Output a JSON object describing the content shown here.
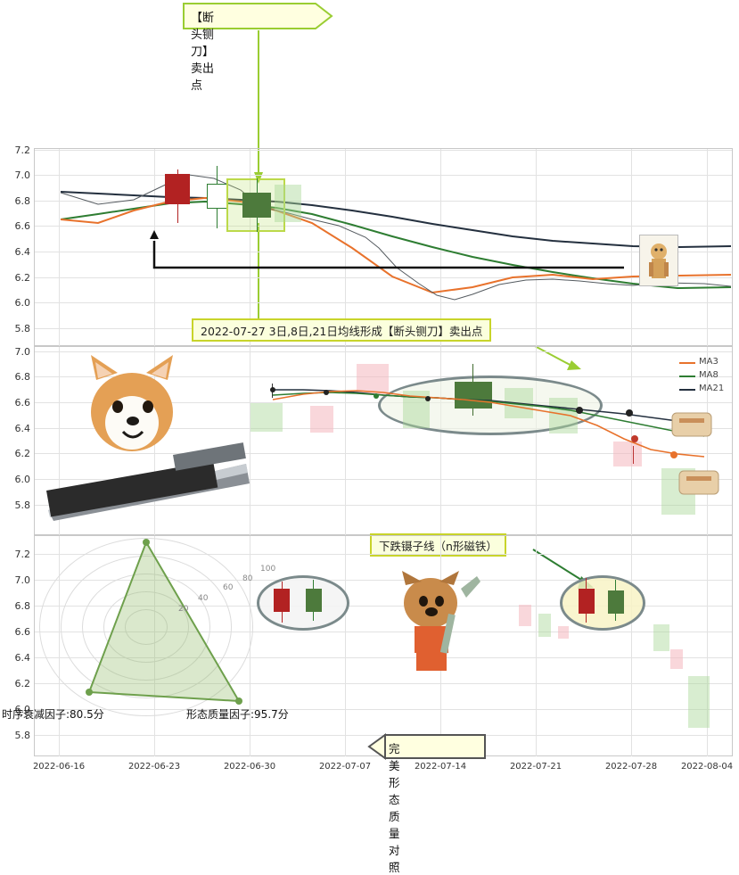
{
  "chart_data": [
    {
      "type": "line",
      "title": "",
      "panel": "top-price-panel",
      "xlabel": "",
      "ylabel": "",
      "ylim": [
        5.7,
        7.3
      ],
      "yticks": [
        "7.2",
        "7.0",
        "6.8",
        "6.6",
        "6.4",
        "6.2",
        "6.0",
        "5.8"
      ],
      "grid": true,
      "series": [
        {
          "name": "MA3",
          "color": "#e8722c",
          "values": [
            6.63,
            6.6,
            6.72,
            6.8,
            6.83,
            6.8,
            6.72,
            6.62,
            6.4,
            6.12,
            6.0,
            6.05,
            6.12,
            6.14,
            6.1,
            6.12,
            6.13
          ]
        },
        {
          "name": "MA8",
          "color": "#2e7d32",
          "values": [
            6.63,
            6.69,
            6.74,
            6.78,
            6.77,
            6.74,
            6.7,
            6.64,
            6.56,
            6.46,
            6.38,
            6.32,
            6.26,
            6.21,
            6.16,
            6.12,
            6.11
          ]
        },
        {
          "name": "MA21",
          "color": "#24303f",
          "values": [
            6.86,
            6.85,
            6.83,
            6.81,
            6.79,
            6.77,
            6.74,
            6.7,
            6.66,
            6.61,
            6.56,
            6.51,
            6.47,
            6.44,
            6.42,
            6.41,
            6.42
          ]
        }
      ],
      "candles": [
        {
          "x": 195,
          "open": 6.98,
          "close": 6.83,
          "high": 7.0,
          "low": 6.78,
          "dir": "down"
        },
        {
          "x": 245,
          "open": 6.8,
          "close": 6.88,
          "high": 7.02,
          "low": 6.76,
          "dir": "up"
        },
        {
          "x": 288,
          "open": 6.84,
          "close": 6.76,
          "high": 6.88,
          "low": 6.7,
          "dir": "down"
        }
      ]
    },
    {
      "type": "line",
      "panel": "middle-price-panel",
      "ylim": [
        5.7,
        7.1
      ],
      "yticks": [
        "7.0",
        "6.8",
        "6.6",
        "6.4",
        "6.2",
        "6.0",
        "5.8"
      ],
      "grid": true,
      "legend": [
        "MA3",
        "MA8",
        "MA21"
      ],
      "legend_position": "top-right",
      "series": [
        {
          "name": "MA3",
          "color": "#e8722c"
        },
        {
          "name": "MA8",
          "color": "#2e7d32"
        },
        {
          "name": "MA21",
          "color": "#24303f"
        }
      ]
    },
    {
      "type": "line",
      "panel": "bottom-price-panel",
      "ylim": [
        5.7,
        7.3
      ],
      "yticks": [
        "7.2",
        "7.0",
        "6.8",
        "6.6",
        "6.4",
        "6.2",
        "6.0",
        "5.8"
      ],
      "grid": true
    },
    {
      "type": "radar",
      "panel": "radar-chart",
      "rings": [
        "20",
        "40",
        "60",
        "80",
        "100"
      ],
      "axes": [
        "时序衰减因子",
        "形态质量因子"
      ],
      "values": [
        80.5,
        95.7
      ]
    }
  ],
  "xaxis": {
    "ticks": [
      "2022-06-16",
      "2022-06-23",
      "2022-06-30",
      "2022-07-07",
      "2022-07-14",
      "2022-07-21",
      "2022-07-28",
      "2022-08-04"
    ]
  },
  "annotations": {
    "top_callout": "【断头铡刀】卖出点",
    "mid_box": "2022-07-27 3日,8日,21日均线形成【断头铡刀】卖出点",
    "tweezer_label": "下跌镊子线（n形磁铁）",
    "bottom_arrow": "完美形态质量对照",
    "factor_time": "时序衰减因子:80.5分",
    "factor_shape": "形态质量因子:95.7分"
  },
  "legend": {
    "items": [
      {
        "label": "MA3",
        "color": "#e8722c"
      },
      {
        "label": "MA8",
        "color": "#2e7d32"
      },
      {
        "label": "MA21",
        "color": "#24303f"
      }
    ]
  },
  "radar": {
    "ring_labels": [
      "20",
      "40",
      "60",
      "80",
      "100"
    ]
  },
  "colors": {
    "up_candle": "#2e7d32",
    "down_candle": "#b22222",
    "ma3": "#e8722c",
    "ma8": "#2e7d32",
    "ma21": "#24303f",
    "highlight": "#bcd94a",
    "annot_bg": "#fbffdd"
  }
}
